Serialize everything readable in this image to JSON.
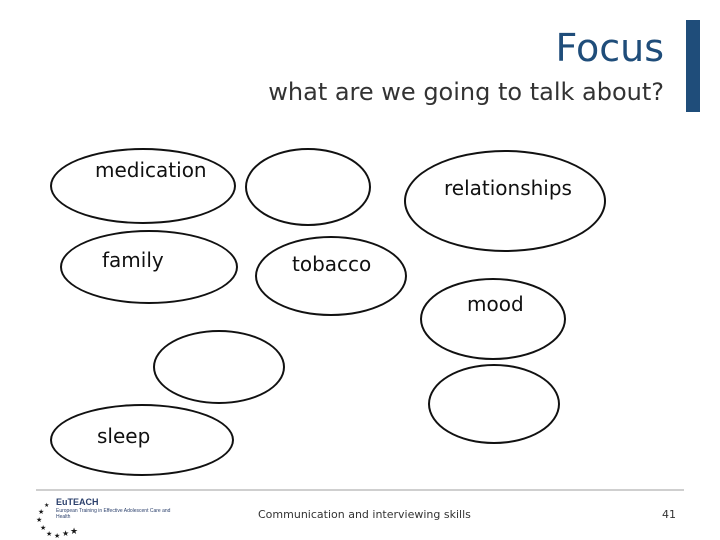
{
  "slide": {
    "title": "Focus",
    "subtitle": "what are we going to talk about?",
    "accent_color": "#1f4d7a"
  },
  "topics": [
    {
      "id": "medication",
      "label": "medication"
    },
    {
      "id": "blank-1",
      "label": ""
    },
    {
      "id": "relationships",
      "label": "relationships"
    },
    {
      "id": "family",
      "label": "family"
    },
    {
      "id": "tobacco",
      "label": "tobacco"
    },
    {
      "id": "mood",
      "label": "mood"
    },
    {
      "id": "blank-2",
      "label": ""
    },
    {
      "id": "blank-3",
      "label": ""
    },
    {
      "id": "sleep",
      "label": "sleep"
    }
  ],
  "footer": {
    "org_name": "EuTEACH",
    "org_tagline": "European Training in Effective Adolescent Care and Health",
    "course": "Communication and interviewing skills",
    "page_number": "41"
  }
}
